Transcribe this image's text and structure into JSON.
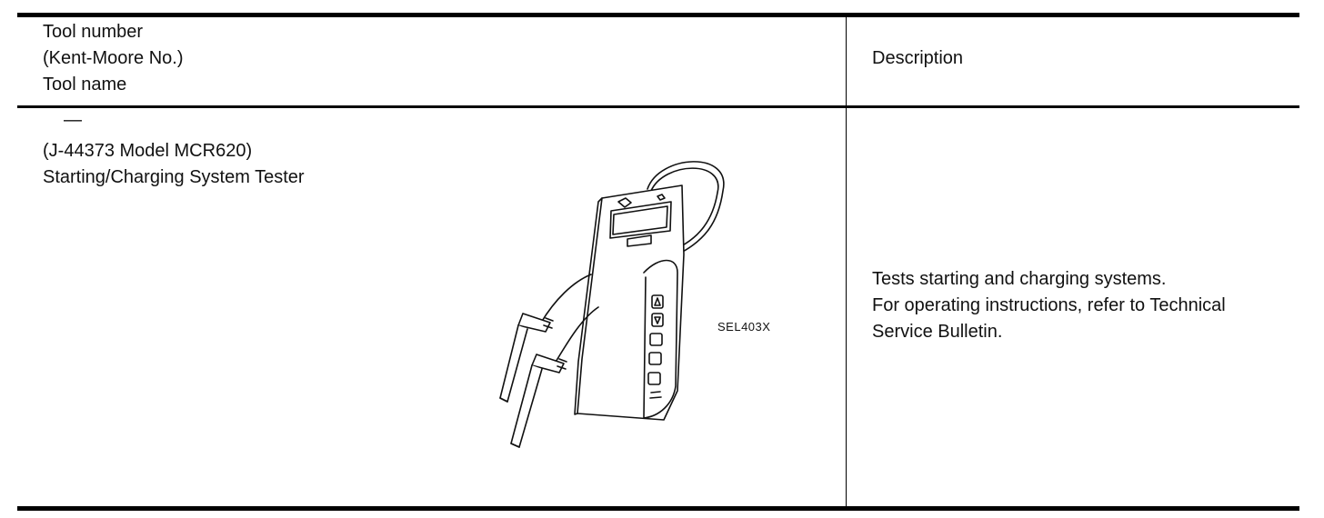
{
  "header": {
    "left_lines": [
      "Tool number",
      "(Kent-Moore No.)",
      "Tool name"
    ],
    "right": "Description"
  },
  "row": {
    "tool_number": "—",
    "kent_moore": "(J-44373 Model MCR620)",
    "tool_name": "Starting/Charging System Tester",
    "figure_code": "SEL403X",
    "description_lines": [
      "Tests starting and charging systems.",
      "For operating instructions, refer to Technical",
      "Service Bulletin."
    ]
  }
}
